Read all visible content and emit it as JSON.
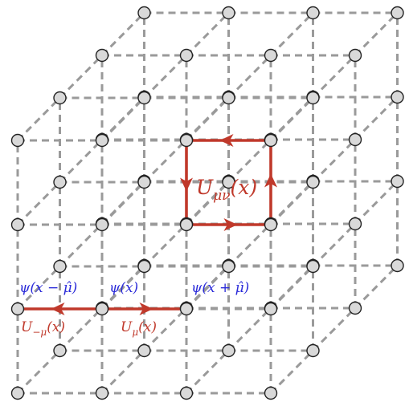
{
  "colors": {
    "edge": "#9a9a9a",
    "node_fill": "#d9d9d9",
    "link": "#c0392b",
    "field_label": "#2b2bd9",
    "link_label": "#c0392b"
  },
  "labels": {
    "plaquette": "U_{μν}(x)",
    "psi_left": "ψ(x − μ̂)",
    "psi_center": "ψ(x)",
    "psi_right": "ψ(x + μ̂)",
    "link_backward": "U_{−μ}(x)",
    "link_forward": "U_μ(x)"
  },
  "labels_display": {
    "plaquette_main": "U",
    "plaquette_sub": "μν",
    "plaquette_tail": "(x)",
    "psi_left": "ψ(x − μ̂)",
    "psi_center": "ψ(x)",
    "psi_right": "ψ(x + μ̂)",
    "link_backward_main": "U",
    "link_backward_sub": "−μ",
    "link_backward_tail": "(x)",
    "link_forward_main": "U",
    "link_forward_sub": "μ",
    "link_forward_tail": "(x)"
  }
}
